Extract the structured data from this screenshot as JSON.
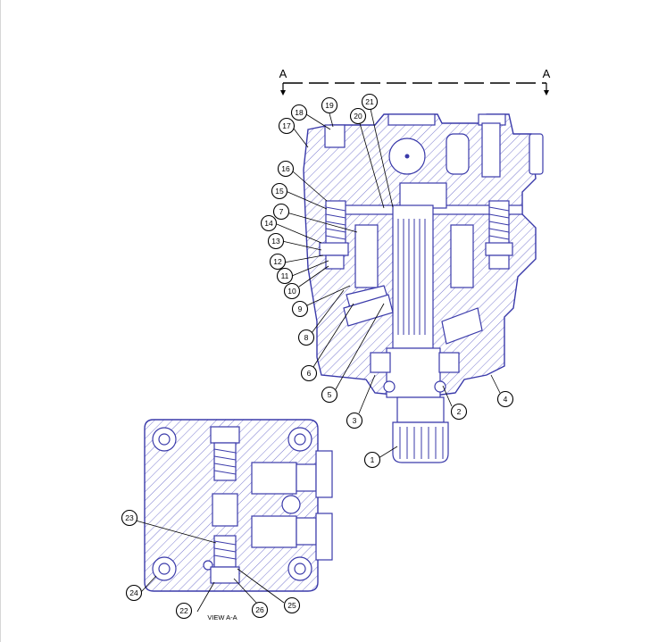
{
  "section_marker": "A",
  "view_label": "VIEW A-A",
  "callouts": {
    "c1": "1",
    "c2": "2",
    "c3": "3",
    "c4": "4",
    "c5": "5",
    "c6": "6",
    "c7": "7",
    "c8": "8",
    "c9": "9",
    "c10": "10",
    "c11": "11",
    "c12": "12",
    "c13": "13",
    "c14": "14",
    "c15": "15",
    "c16": "16",
    "c17": "17",
    "c18": "18",
    "c19": "19",
    "c20": "20",
    "c21": "21",
    "c22": "22",
    "c23": "23",
    "c24": "24",
    "c25": "25",
    "c26": "26"
  },
  "colors": {
    "line": "#3a3aaa",
    "callout": "#000000"
  }
}
